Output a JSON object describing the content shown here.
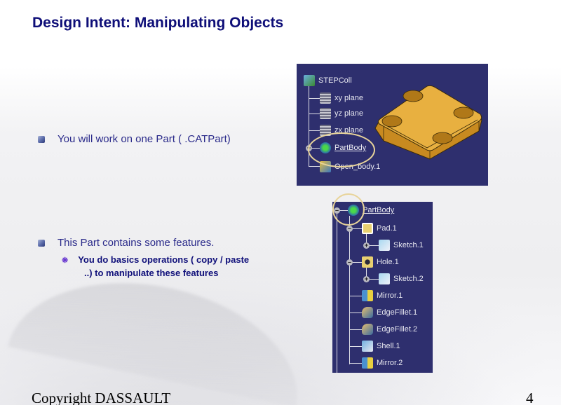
{
  "slide": {
    "title": "Design Intent: Manipulating Objects",
    "bullets": [
      {
        "text": "You will work on one Part ( .CATPart)"
      },
      {
        "text": "This Part contains some features."
      }
    ],
    "sub_bullet": {
      "line1": "You do basics operations ( copy / paste",
      "line2": "..)  to manipulate these features"
    },
    "footer": {
      "copyright": "Copyright DASSAULT",
      "page_number": "4"
    }
  },
  "spec_tree_1": {
    "root": "STEPColl",
    "items": [
      "xy plane",
      "yz plane",
      "zx plane",
      "PartBody",
      "Open_body.1"
    ]
  },
  "spec_tree_2": {
    "root": "PartBody",
    "items": [
      "Pad.1",
      "Sketch.1",
      "Hole.1",
      "Sketch.2",
      "Mirror.1",
      "EdgeFillet.1",
      "EdgeFillet.2",
      "Shell.1",
      "Mirror.2"
    ]
  },
  "colors": {
    "title": "#0e0e78",
    "panel_bg": "#2e2f6e",
    "highlight_ellipse": "#e8d49a",
    "part_color": "#e0a838"
  }
}
